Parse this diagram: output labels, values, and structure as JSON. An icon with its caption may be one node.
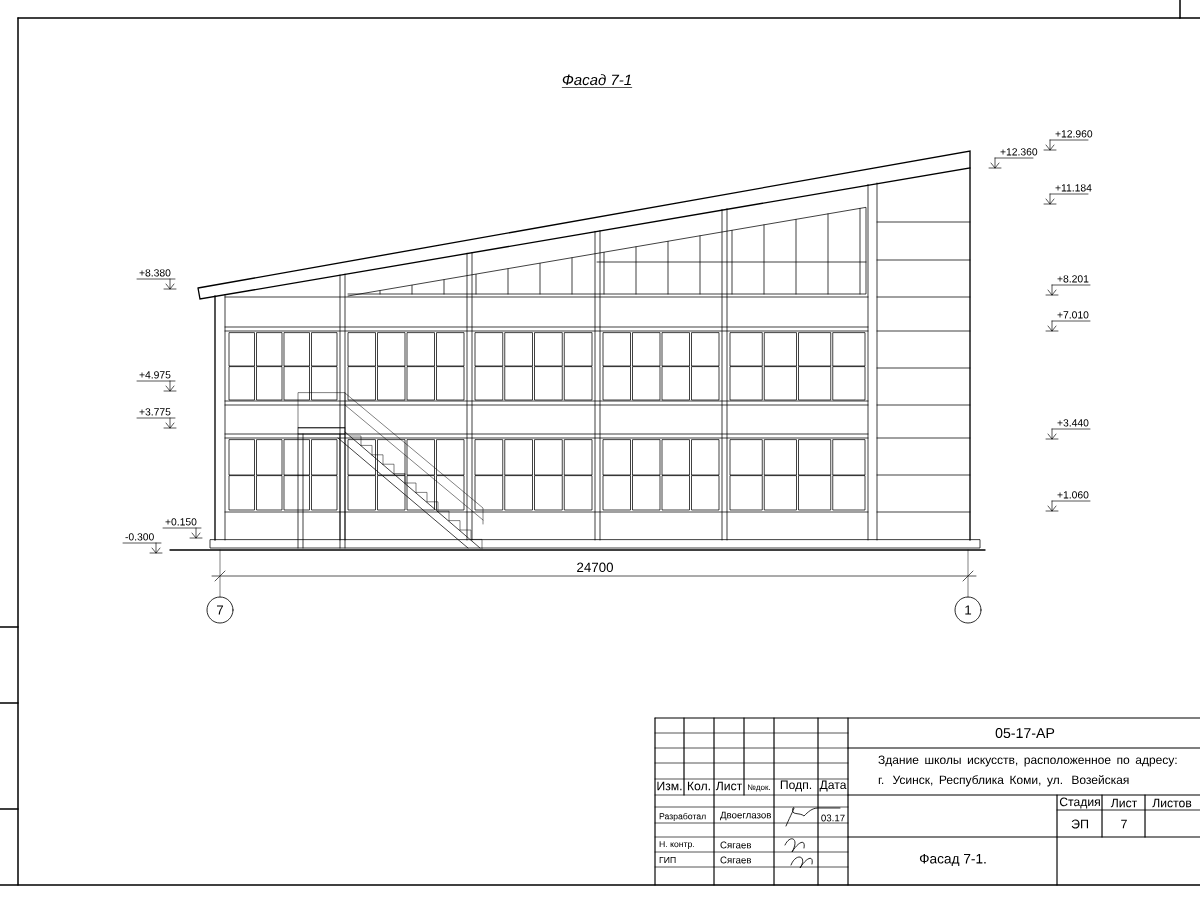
{
  "diagram": {
    "title": "Фасад 7-1",
    "nodes": [
      {
        "text": [
          "7"
        ]
      },
      {
        "text": [
          "1"
        ]
      }
    ],
    "labels": [
      "+12.960",
      "+12.360",
      "+11.184",
      "+8.380",
      "+8.201",
      "+7.010",
      "+4.975",
      "+3.775",
      "+3.440",
      "+1.060",
      "+0.150",
      "-0.300",
      "24700",
      "05-17-АР",
      "Здание школы искусств, расположенное по адресу: г. Усинск, Республика Коми, ул. Возейская",
      "Изм.",
      "Кол.",
      "Лист",
      "№док.",
      "Подп.",
      "Дата",
      "Стадия",
      "Лист",
      "Листов",
      "Разработал",
      "Двоеглазов",
      "03.17",
      "ЭП",
      "7",
      "Н. контр.",
      "Сягаев",
      "ГИП",
      "Сягаев",
      "Фасад 7-1."
    ]
  }
}
